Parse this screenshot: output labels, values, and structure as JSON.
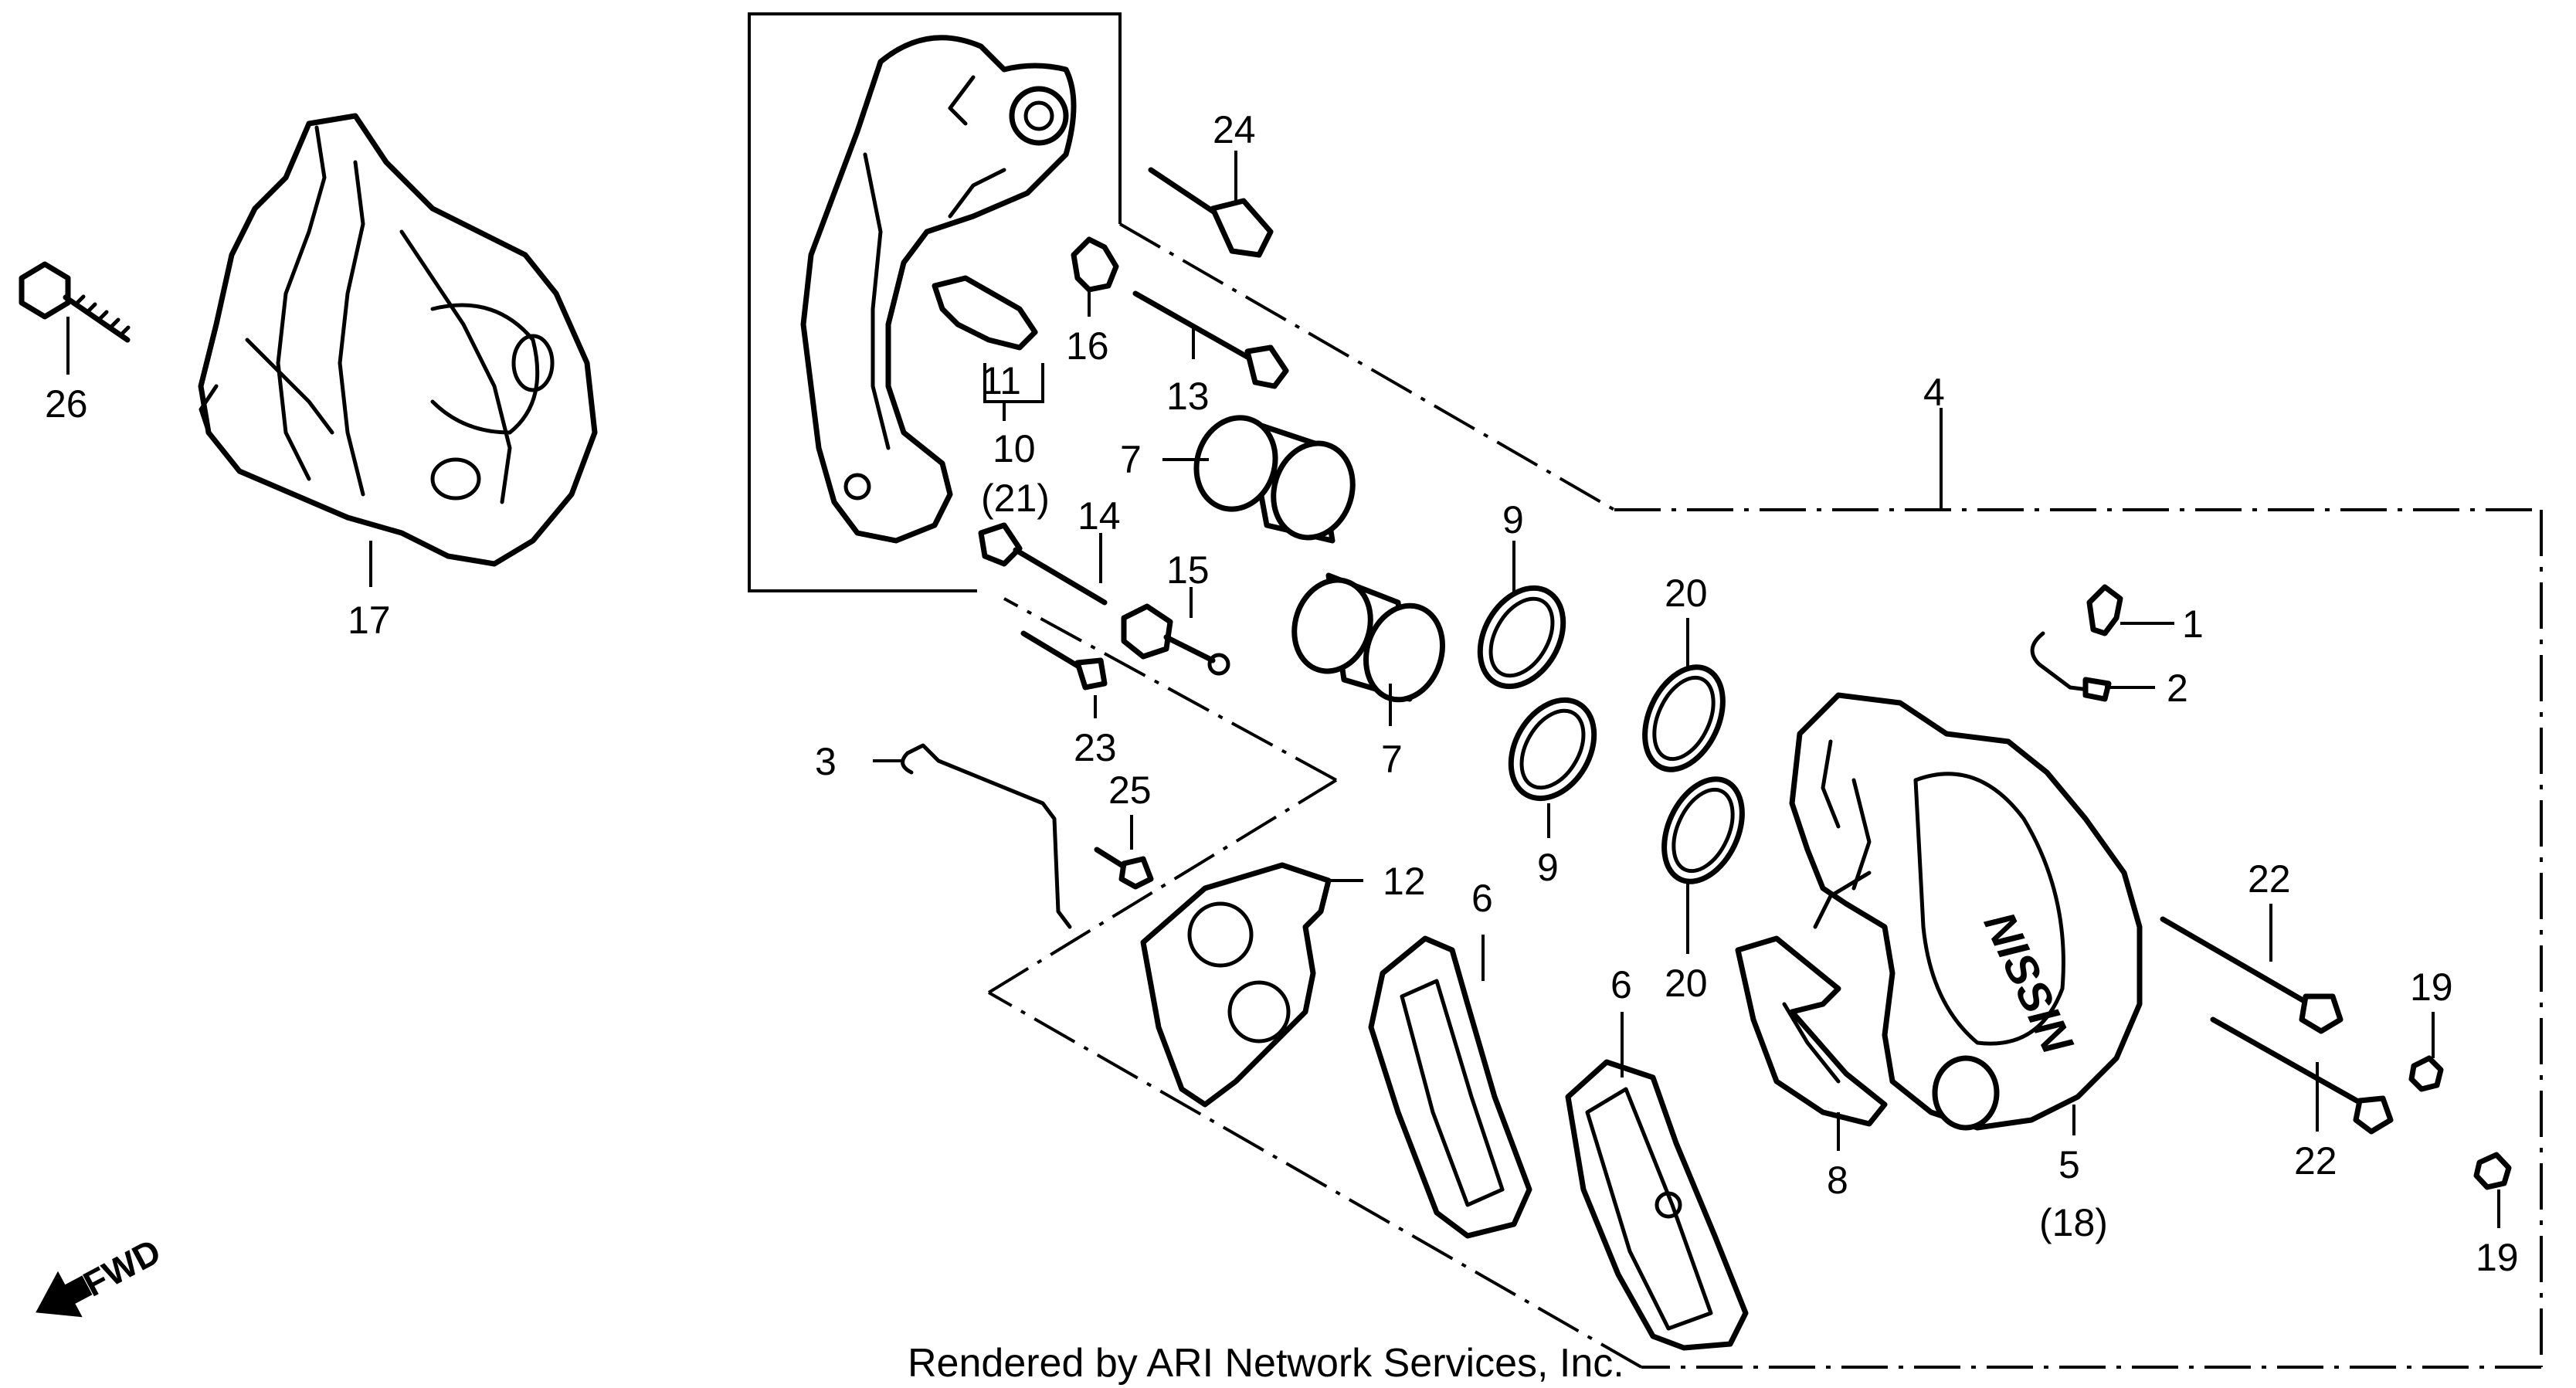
{
  "diagram": {
    "callouts": {
      "c1": "1",
      "c2": "2",
      "c3": "3",
      "c4": "4",
      "c5": "5",
      "c5sub": "(18)",
      "c6a": "6",
      "c6b": "6",
      "c7a": "7",
      "c7b": "7",
      "c8": "8",
      "c9a": "9",
      "c9b": "9",
      "c10": "10",
      "c10sub": "(21)",
      "c11": "11",
      "c12": "12",
      "c13": "13",
      "c14": "14",
      "c15": "15",
      "c16": "16",
      "c17": "17",
      "c19a": "19",
      "c19b": "19",
      "c20a": "20",
      "c20b": "20",
      "c22a": "22",
      "c22b": "22",
      "c23": "23",
      "c24": "24",
      "c25": "25",
      "c26": "26"
    },
    "fwd_label": "FWD",
    "caliper_logo": "NISSIN",
    "credit": "Rendered by ARI Network Services, Inc."
  }
}
